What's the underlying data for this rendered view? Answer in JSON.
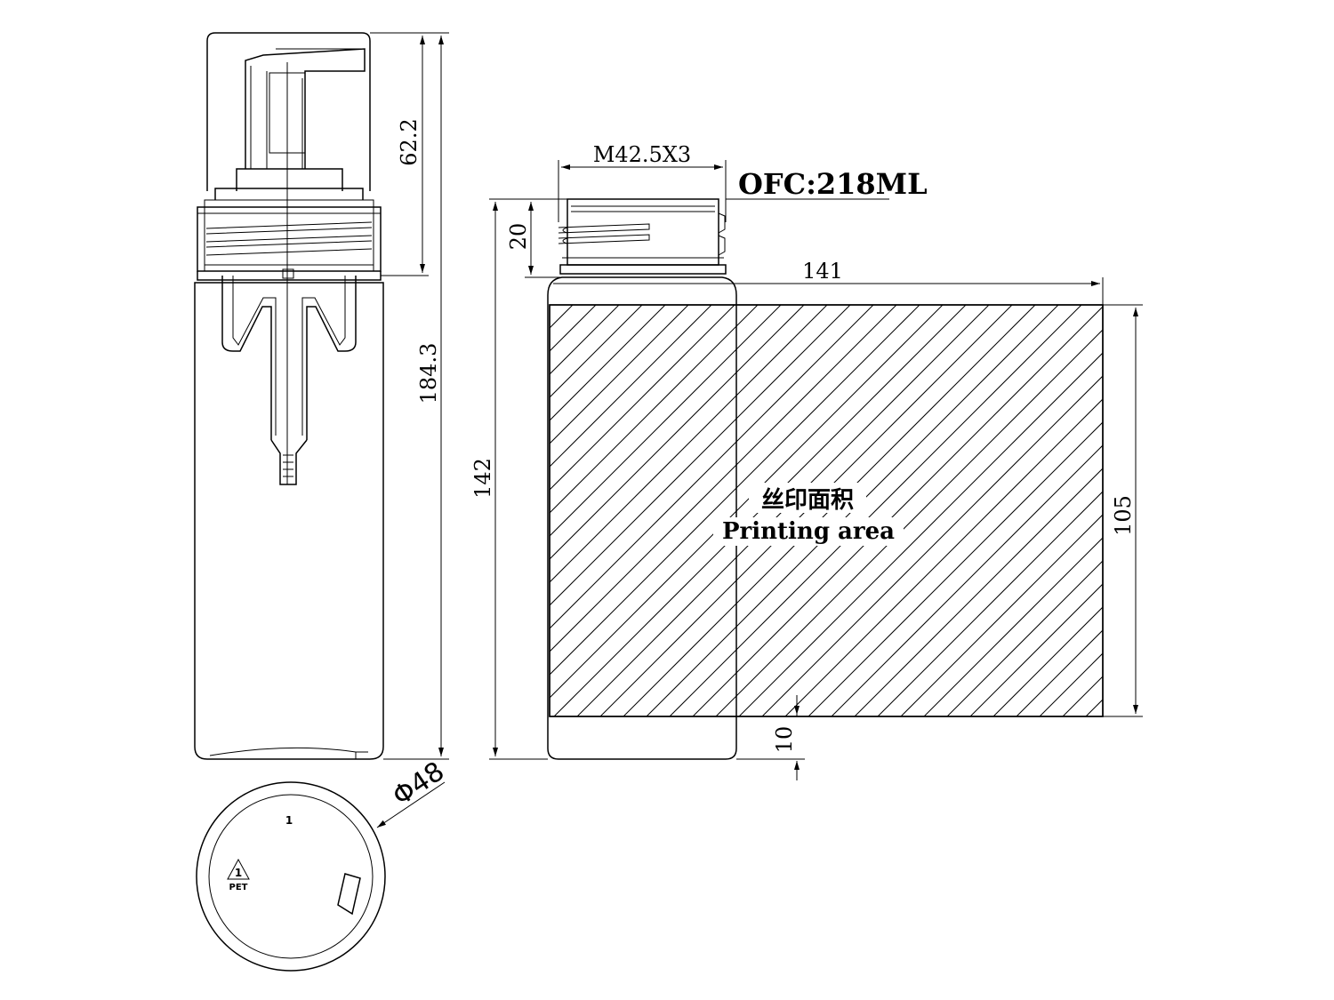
{
  "dimensions": {
    "pump_height": "62.2",
    "total_height": "184.3",
    "diameter": "Φ48",
    "neck_thread": "M42.5X3",
    "neck_height": "20",
    "bottle_height": "142",
    "print_width": "141",
    "print_height": "105",
    "bottom_margin": "10"
  },
  "capacity": "OFC:218ML",
  "print_area": {
    "label_cn": "丝印面积",
    "label_en": "Printing area"
  },
  "bottom_marks": {
    "mold_number": "1",
    "recycle_code": "1",
    "material": "PET"
  }
}
